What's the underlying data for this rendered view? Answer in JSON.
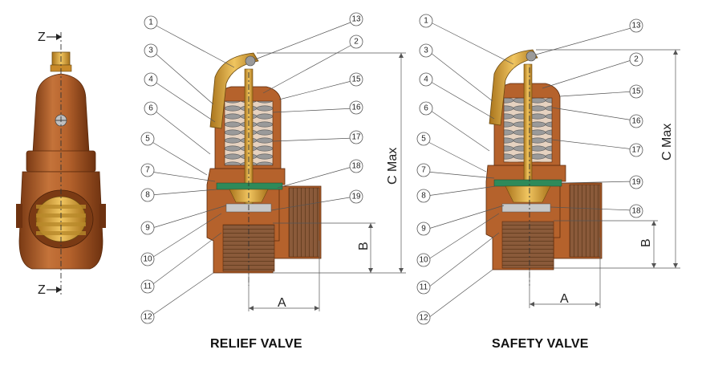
{
  "titles": {
    "relief": "RELIEF VALVE",
    "safety": "SAFETY VALVE"
  },
  "section_marks": {
    "top": "Z",
    "bottom": "Z"
  },
  "dimensions": {
    "a": "A",
    "b": "B",
    "c": "C Max"
  },
  "callouts": {
    "relief": [
      "1",
      "2",
      "3",
      "4",
      "5",
      "6",
      "7",
      "8",
      "9",
      "10",
      "11",
      "12",
      "13",
      "15",
      "16",
      "17",
      "18",
      "19"
    ],
    "safety": [
      "1",
      "2",
      "3",
      "4",
      "5",
      "6",
      "7",
      "8",
      "9",
      "10",
      "11",
      "12",
      "13",
      "15",
      "16",
      "17",
      "18",
      "19"
    ]
  },
  "colors": {
    "bronze": "#b5622c",
    "bronze_dark": "#7a3a14",
    "brass": "#d9a13a",
    "spring": "#8c8c8c",
    "seal": "#2e8a5a"
  },
  "icons": {
    "section_arrow": "arrow-right-icon"
  }
}
